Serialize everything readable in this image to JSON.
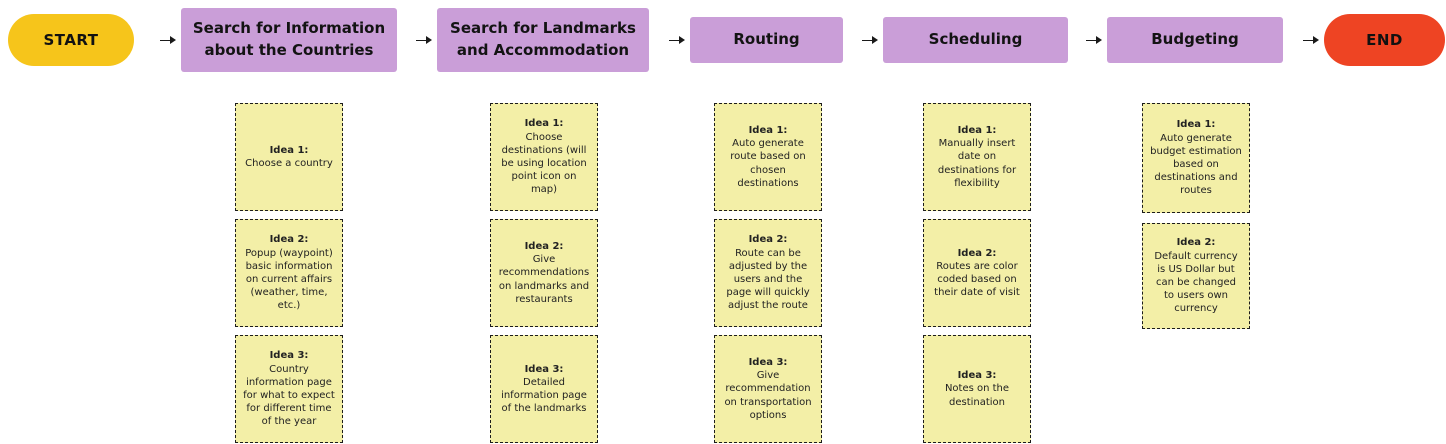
{
  "colors": {
    "start_fill": "#F6C51B",
    "end_fill": "#EE4423",
    "stage_fill": "#CA9ED8",
    "note_fill": "#F3EFA7",
    "text": "#141414",
    "background": "#FFFFFF"
  },
  "flow": {
    "start_label": "START",
    "end_label": "END",
    "stages": [
      {
        "label": "Search for Information about the Countries",
        "ideas": [
          {
            "title": "Idea 1:",
            "text": "Choose a country"
          },
          {
            "title": "Idea 2:",
            "text": "Popup (waypoint) basic information on current affairs (weather, time, etc.)"
          },
          {
            "title": "Idea 3:",
            "text": "Country information page for what to expect for different time of the year"
          }
        ]
      },
      {
        "label": "Search for Landmarks and Accommodation",
        "ideas": [
          {
            "title": "Idea 1:",
            "text": "Choose destinations (will be using location point icon on map)"
          },
          {
            "title": "Idea 2:",
            "text": "Give recommendations on landmarks and restaurants"
          },
          {
            "title": "Idea 3:",
            "text": "Detailed information page of the landmarks"
          }
        ]
      },
      {
        "label": "Routing",
        "ideas": [
          {
            "title": "Idea 1:",
            "text": "Auto generate route based on chosen destinations"
          },
          {
            "title": "Idea 2:",
            "text": "Route can be adjusted by the users and the page will quickly adjust the route"
          },
          {
            "title": "Idea 3:",
            "text": "Give recommendation on transportation options"
          }
        ]
      },
      {
        "label": "Scheduling",
        "ideas": [
          {
            "title": "Idea 1:",
            "text": "Manually insert date on destinations for flexibility"
          },
          {
            "title": "Idea 2:",
            "text": "Routes are color coded based on their date of visit"
          },
          {
            "title": "Idea 3:",
            "text": "Notes on the destination"
          }
        ]
      },
      {
        "label": "Budgeting",
        "ideas": [
          {
            "title": "Idea 1:",
            "text": "Auto generate budget estimation based on destinations and routes"
          },
          {
            "title": "Idea 2:",
            "text": "Default currency is US Dollar but can be changed to users own currency"
          }
        ]
      }
    ]
  }
}
